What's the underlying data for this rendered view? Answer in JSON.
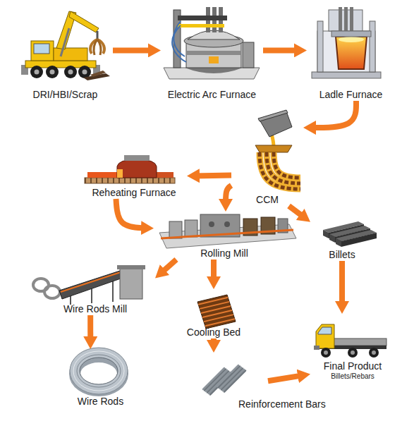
{
  "diagram": {
    "nodes": [
      {
        "text": [
          "DRI/HBI/Scrap"
        ]
      },
      {
        "text": [
          "Electric Arc Furnace"
        ]
      },
      {
        "text": [
          "Ladle Furnace"
        ]
      },
      {
        "text": [
          "Reheating Furnace"
        ]
      },
      {
        "text": [
          "CCM"
        ]
      },
      {
        "text": [
          "Rolling Mill"
        ]
      },
      {
        "text": [
          "Billets"
        ]
      },
      {
        "text": [
          "Wire Rods Mill"
        ]
      },
      {
        "text": [
          "Cooling Bed"
        ]
      },
      {
        "text": [
          "Final Product",
          "Billets/Rebars"
        ]
      },
      {
        "text": [
          "Wire Rods"
        ]
      },
      {
        "text": [
          "Reinforcement Bars"
        ]
      }
    ],
    "edges": [
      {
        "from": 0,
        "to": 1,
        "arrow": "to"
      },
      {
        "from": 1,
        "to": 2,
        "arrow": "to"
      },
      {
        "from": 2,
        "to": 4,
        "arrow": "to"
      },
      {
        "from": 4,
        "to": 3,
        "arrow": "to"
      },
      {
        "from": 4,
        "to": 5,
        "arrow": "to"
      },
      {
        "from": 4,
        "to": 6,
        "arrow": "to"
      },
      {
        "from": 3,
        "to": 5,
        "arrow": "to"
      },
      {
        "from": 5,
        "to": 7,
        "arrow": "to"
      },
      {
        "from": 5,
        "to": 8,
        "arrow": "to"
      },
      {
        "from": 6,
        "to": 9,
        "arrow": "to"
      },
      {
        "from": 7,
        "to": 10,
        "arrow": "to"
      },
      {
        "from": 8,
        "to": 11,
        "arrow": "to"
      },
      {
        "from": 11,
        "to": 9,
        "arrow": "to"
      }
    ]
  }
}
